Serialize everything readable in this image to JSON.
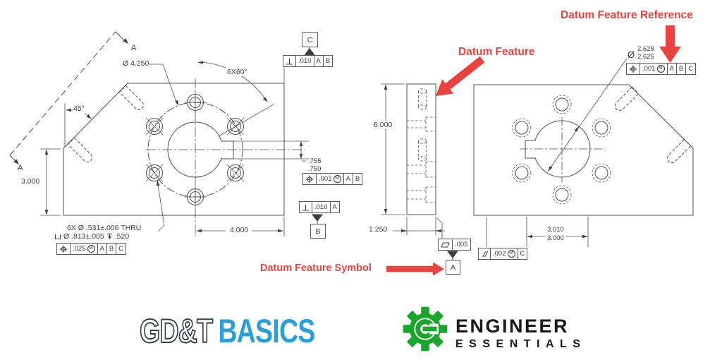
{
  "annotations": {
    "reference_label": "Datum Feature Reference",
    "feature_label": "Datum Feature",
    "symbol_label": "Datum Feature Symbol"
  },
  "front_view": {
    "section_label_top": "A",
    "section_label_bottom": "A",
    "bolt_circle_dia": "Ø 4.250",
    "hole_angle": "6X60°",
    "chamfer_angle": "45°",
    "height": "3.000",
    "center_to_edge": "4.000",
    "keyway_upper": ".755",
    "keyway_lower": ".750",
    "hole_callout_line1": "6X Ø .531±.006 THRU",
    "hole_callout_cbore": "Ø .813±.005",
    "hole_callout_depth": ".520",
    "fcf_top": {
      "tol": ".010",
      "d1": "A",
      "d2": "B",
      "flag": "C"
    },
    "fcf_keyway": {
      "tol": ".001",
      "d1": "A",
      "d2": "B"
    },
    "fcf_bottom": {
      "tol": ".010",
      "d1": "A",
      "flag": "B"
    },
    "fcf_holes": {
      "tol": ".025",
      "d1": "A",
      "d2": "B",
      "d3": "C"
    }
  },
  "side_view": {
    "height": "6.000",
    "thickness": "1.250",
    "fcf_flatness": {
      "tol": ".005",
      "flag": "A"
    }
  },
  "back_view": {
    "dia_symbol": "Ø",
    "bore_dia_upper": "2.628",
    "bore_dia_lower": "2.625",
    "fcf_bore": {
      "tol": ".001",
      "d1": "A",
      "d2": "B",
      "d3": "C"
    },
    "hole_spacing_upper": "3.010",
    "hole_spacing_lower": "3.000",
    "fcf_parallelism": {
      "tol": ".002",
      "d1": "C"
    }
  },
  "symbols": {
    "position": "⌖",
    "perpendicularity": "⊥",
    "flatness": "⏥",
    "parallelism": "∥",
    "counterbore": "⌴",
    "depth": "⤓",
    "mmc": "M",
    "diameter": "Ø"
  },
  "logos": {
    "gdt_part1": "GD&T",
    "gdt_part2": "BASICS",
    "engineer_line1": "ENGINEER",
    "engineer_line2": "ESSENTIALS"
  },
  "colors": {
    "annotation_red": "#e8433f",
    "logo_blue": "#2d9fd8",
    "logo_green": "#1aa62b",
    "line_gray": "#4f4f4f"
  }
}
